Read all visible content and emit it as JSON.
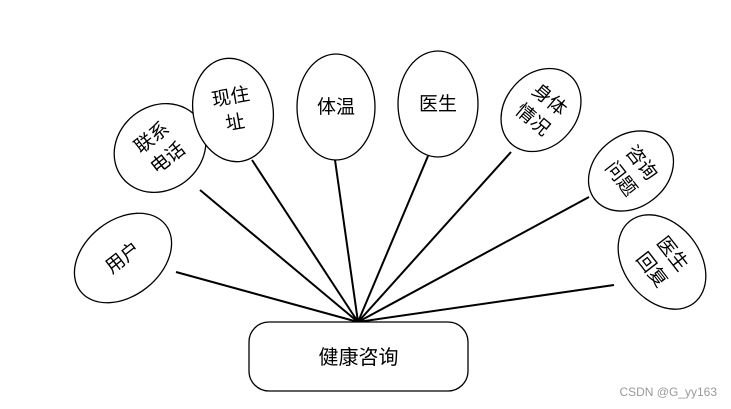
{
  "diagram": {
    "entity": {
      "label": "健康咨询"
    },
    "attributes": [
      {
        "id": "user",
        "lines": [
          "用户"
        ]
      },
      {
        "id": "phone",
        "lines": [
          "联系",
          "电话"
        ]
      },
      {
        "id": "address",
        "lines": [
          "现住",
          "址"
        ]
      },
      {
        "id": "temperature",
        "lines": [
          "体温"
        ]
      },
      {
        "id": "doctor",
        "lines": [
          "医生"
        ]
      },
      {
        "id": "health",
        "lines": [
          "身体",
          "情况"
        ]
      },
      {
        "id": "question",
        "lines": [
          "咨询",
          "问题"
        ]
      },
      {
        "id": "reply",
        "lines": [
          "医生",
          "回复"
        ]
      }
    ]
  },
  "watermark": "CSDN @G_yy163"
}
